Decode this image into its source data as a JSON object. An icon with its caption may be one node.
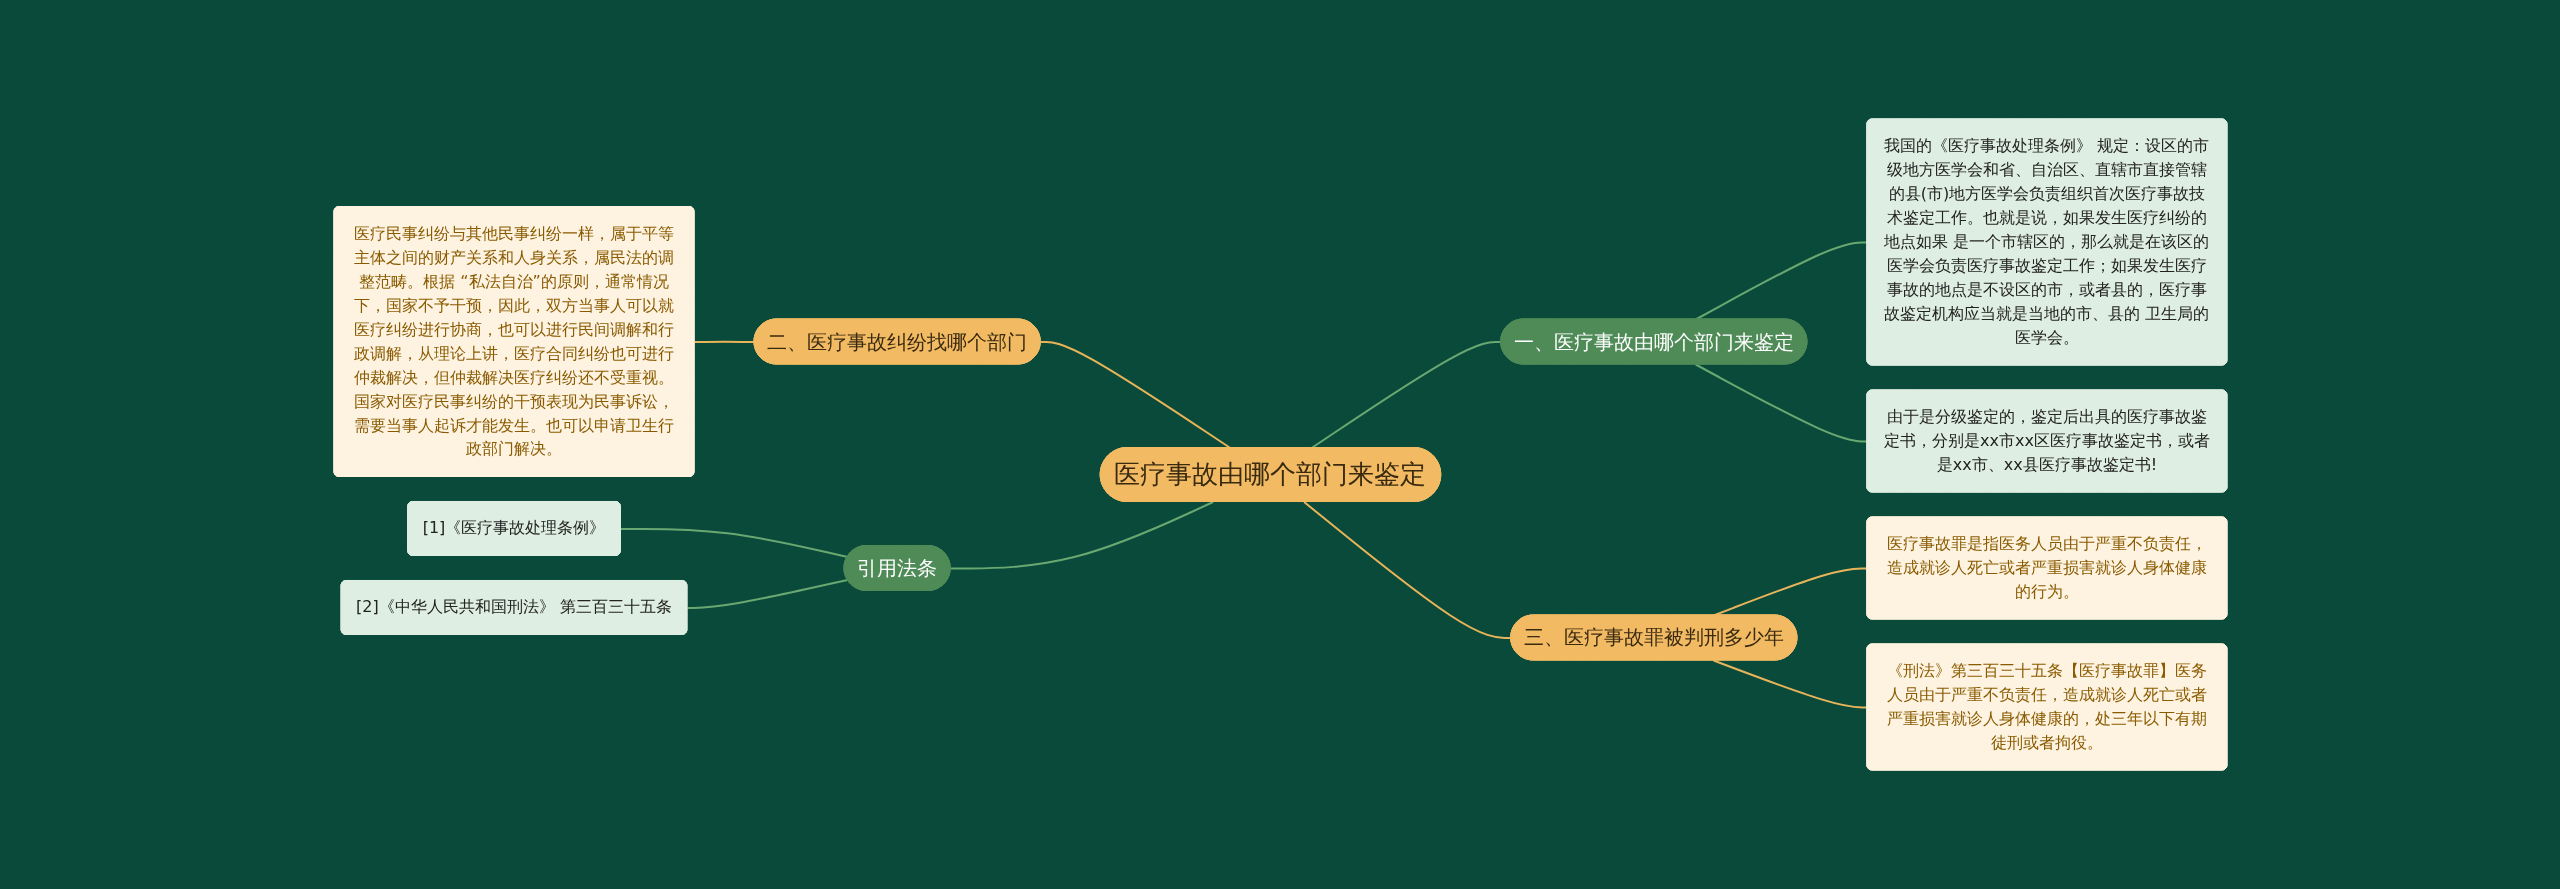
{
  "diagram": {
    "nodes": [
      {
        "text": [
          "医疗事故由哪个部门来鉴定"
        ]
      },
      {
        "text": [
          "一、医疗事故由哪个部门来鉴定"
        ]
      },
      {
        "text": [
          "我国的《医疗事故处理条例》 规定：设区的市级地方医学会和省、自治区、直辖市直接管辖的县(市)地方医学会负责组织首次医疗事故技术鉴定工作。也就是说，如果发生医疗纠纷的地点如果 是一个市辖区的，那么就是在该区的医学会负责医疗事故鉴定工作；如果发生医疗事故的地点是不设区的市，或者县的，医疗事故鉴定机构应当就是当地的市、县的 卫生局的医学会。"
        ]
      },
      {
        "text": [
          "由于是分级鉴定的，鉴定后出具的医疗事故鉴定书，分别是xx市xx区医疗事故鉴定书，或者是xx市、xx县医疗事故鉴定书!"
        ]
      },
      {
        "text": [
          "三、医疗事故罪被判刑多少年"
        ]
      },
      {
        "text": [
          "医疗事故罪是指医务人员由于严重不负责任，造成就诊人死亡或者严重损害就诊人身体健康的行为。"
        ]
      },
      {
        "text": [
          "《刑法》第三百三十五条【医疗事故罪】医务人员由于严重不负责任，造成就诊人死亡或者严重损害就诊人身体健康的，处三年以下有期徒刑或者拘役。"
        ]
      },
      {
        "text": [
          "二、医疗事故纠纷找哪个部门"
        ]
      },
      {
        "text": [
          "医疗民事纠纷与其他民事纠纷一样，属于平等主体之间的财产关系和人身关系，属民法的调整范畴。根据 “私法自治”的原则，通常情况下，国家不予干预，因此，双方当事人可以就医疗纠纷进行协商，也可以进行民间调解和行政调解，从理论上讲，医疗合同纠纷也可进行仲裁解决，但仲裁解决医疗纠纷还不受重视。国家对医疗民事纠纷的干预表现为民事诉讼，需要当事人起诉才能发生。也可以申请卫生行政部门解决。"
        ]
      },
      {
        "text": [
          "引用法条"
        ]
      },
      {
        "text": [
          "[1]《医疗事故处理条例》"
        ]
      },
      {
        "text": [
          "[2]《中华人民共和国刑法》 第三百三十五条"
        ]
      }
    ],
    "edges": [
      {
        "from": 0,
        "to": 1,
        "arrow": "none"
      },
      {
        "from": 1,
        "to": 2,
        "arrow": "none"
      },
      {
        "from": 1,
        "to": 3,
        "arrow": "none"
      },
      {
        "from": 0,
        "to": 4,
        "arrow": "none",
        "color": "#e8b45a"
      },
      {
        "from": 4,
        "to": 5,
        "arrow": "none",
        "color": "#e8b45a"
      },
      {
        "from": 4,
        "to": 6,
        "arrow": "none",
        "color": "#e8b45a"
      },
      {
        "from": 0,
        "to": 7,
        "arrow": "none",
        "color": "#e8b45a"
      },
      {
        "from": 7,
        "to": 8,
        "arrow": "none",
        "color": "#e8b45a"
      },
      {
        "from": 0,
        "to": 9,
        "arrow": "none"
      },
      {
        "from": 9,
        "to": 10,
        "arrow": "none"
      },
      {
        "from": 9,
        "to": 11,
        "arrow": "none"
      }
    ]
  }
}
